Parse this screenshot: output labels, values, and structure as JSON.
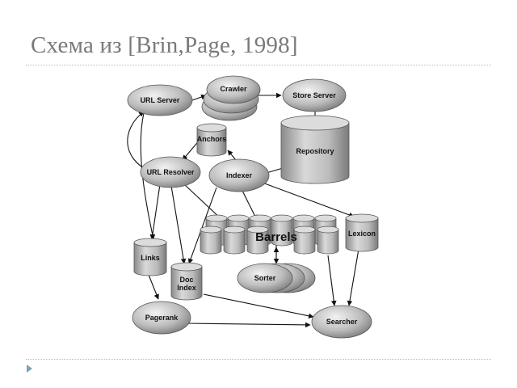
{
  "slide": {
    "title": "Схема из [Brin,Page, 1998]"
  },
  "diagram": {
    "nodes": {
      "url_server": "URL Server",
      "crawler": "Crawler",
      "store_server": "Store Server",
      "repository": "Repository",
      "anchors": "Anchors",
      "url_resolver": "URL Resolver",
      "indexer": "Indexer",
      "barrels": "Barrels",
      "lexicon": "Lexicon",
      "links": "Links",
      "doc_index_1": "Doc",
      "doc_index_2": "Index",
      "sorter": "Sorter",
      "pagerank": "Pagerank",
      "searcher": "Searcher"
    }
  }
}
